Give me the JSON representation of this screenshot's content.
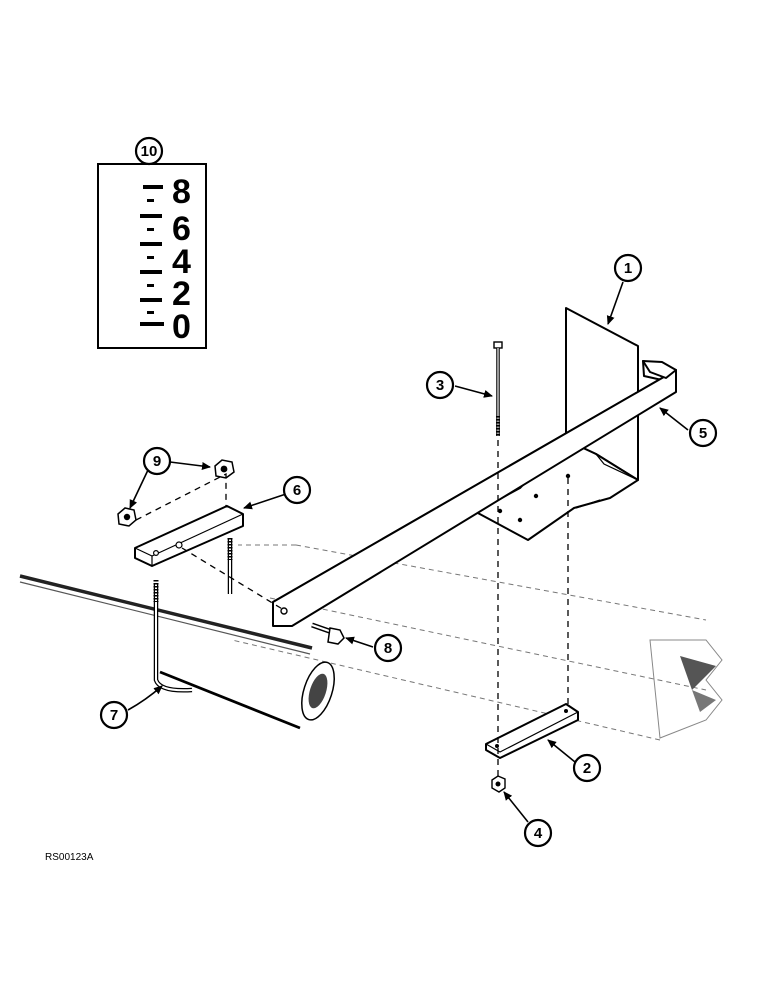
{
  "decal": {
    "callout": "10",
    "numbers": [
      "8",
      "6",
      "4",
      "2",
      "0"
    ]
  },
  "callouts": {
    "c1": "1",
    "c2": "2",
    "c3": "3",
    "c4": "4",
    "c5": "5",
    "c6": "6",
    "c7": "7",
    "c8": "8",
    "c9": "9"
  },
  "reference_code": "RS00123A"
}
